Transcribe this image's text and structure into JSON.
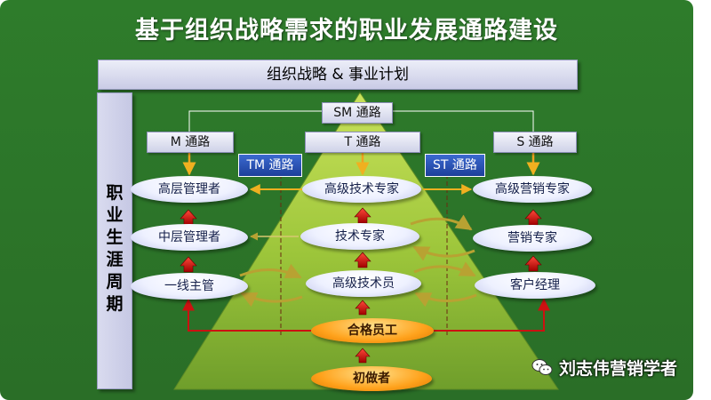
{
  "title": "基于组织战略需求的职业发展通路建设",
  "banner": "组织战略 & 事业计划",
  "sidebar": "职业生涯周期",
  "paths": {
    "sm": "SM 通路",
    "m": "M  通路",
    "t": "T  通路",
    "s": "S 通路",
    "tm": "TM 通路",
    "st": "ST 通路"
  },
  "management": [
    "高层管理者",
    "中层管理者",
    "一线主管"
  ],
  "technical": [
    "高级技术专家",
    "技术专家",
    "高级技术员"
  ],
  "sales": [
    "高级营销专家",
    "营销专家",
    "客户经理"
  ],
  "base": {
    "qualified": "合格员工",
    "beginner": "初做者"
  },
  "watermark": "刘志伟营销学者",
  "colors": {
    "background": "#2f7a2c",
    "pyramid": "#9ec83a",
    "path_box": "#1d3f9a",
    "orange": "#ffa21c",
    "red_arrow": "#cc0000"
  }
}
